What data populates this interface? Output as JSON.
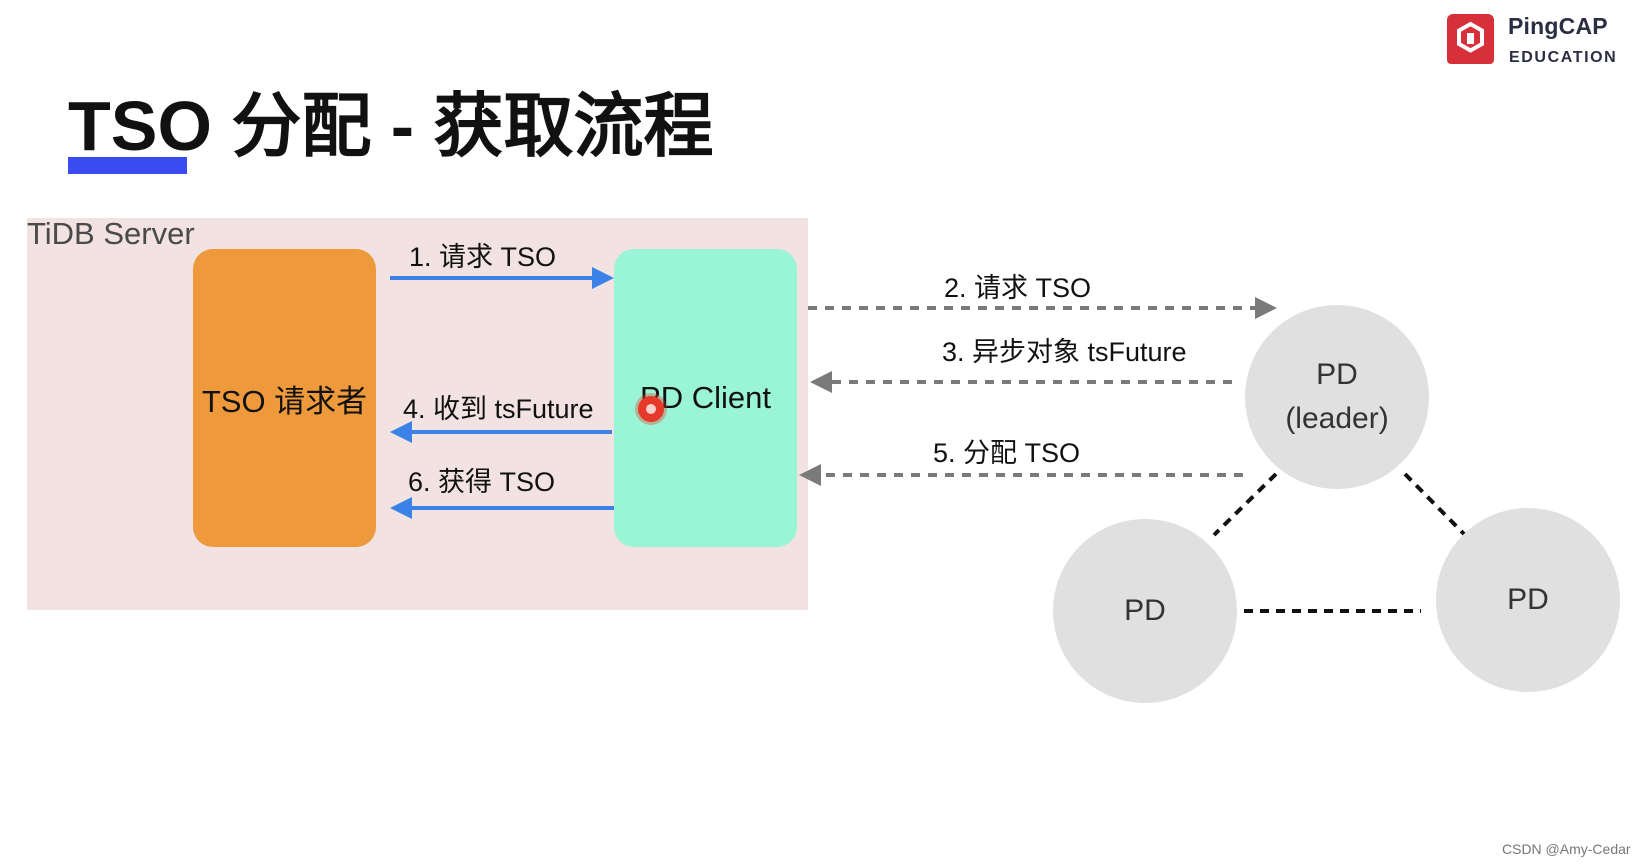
{
  "brand": {
    "name": "PingCAP",
    "sub": "EDUCATION",
    "accent": "#d7303b"
  },
  "title": "TSO 分配 - 获取流程",
  "tidb_server": {
    "label": "TiDB Server",
    "requester": "TSO 请求者",
    "pd_client": "PD Client"
  },
  "steps": {
    "s1": "1. 请求 TSO",
    "s2": "2. 请求 TSO",
    "s3": "3. 异步对象 tsFuture",
    "s4": "4. 收到 tsFuture",
    "s5": "5. 分配 TSO",
    "s6": "6. 获得 TSO"
  },
  "pd_cluster": {
    "leader_name": "PD",
    "leader_role": "(leader)",
    "follower_left": "PD",
    "follower_right": "PD"
  },
  "colors": {
    "title_underline": "#3a4cf0",
    "panel_bg": "#f2e2e2",
    "requester_bg": "#ee9a3c",
    "pd_client_bg": "#9af5d6",
    "solid_arrow": "#3b82e8",
    "dashed_arrow": "#7a7a7a",
    "pd_node_bg": "#e0e0e0"
  },
  "watermark": "CSDN @Amy-Cedar"
}
